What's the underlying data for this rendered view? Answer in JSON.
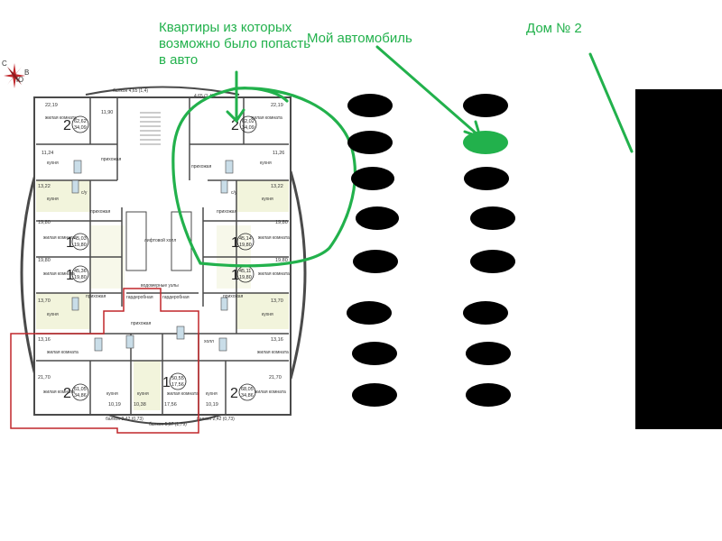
{
  "annotations": {
    "flats_label": "Квартиры из которых возможно было попасть в авто",
    "car_label": "Мой автомобиль",
    "house_label": "Дом № 2"
  },
  "compass": {
    "north": "С",
    "east": "В",
    "south": "Ю"
  },
  "floor_plan": {
    "balcony_top_left": "балкон 4,65 (1,4)",
    "balcony_top_right": "4,65 (1,4)",
    "elevator_hall": "лифтовой холл",
    "water_meters": "водомерные узлы",
    "hall": "холл",
    "balcony_bottom_left": "балкон 2,42 (0,73)",
    "balcony_bottom_center": "балкон 5,97 (1,79)",
    "balcony_bottom_right": "балкон 2,42 (0,73)",
    "apartments": [
      {
        "rooms": "2",
        "area": "62,62",
        "living": "34,09"
      },
      {
        "rooms": "2",
        "area": "62,02",
        "living": "34,09"
      },
      {
        "rooms": "1",
        "area": "45,03",
        "living": "19,80"
      },
      {
        "rooms": "1",
        "area": "45,14",
        "living": "19,80"
      },
      {
        "rooms": "1",
        "area": "45,36",
        "living": "19,80"
      },
      {
        "rooms": "1",
        "area": "45,11",
        "living": "19,80"
      },
      {
        "rooms": "2",
        "area": "61,05",
        "living": "34,86"
      },
      {
        "rooms": "1",
        "area": "50,55",
        "living": "17,56"
      },
      {
        "rooms": "2",
        "area": "68,05",
        "living": "34,86"
      }
    ],
    "room_labels": {
      "living": "жилая комната",
      "kitchen": "кухня",
      "bath": "с/у",
      "hallway": "прихожая",
      "dressing": "гардеробная"
    }
  },
  "colors": {
    "annotation": "#22b14c",
    "highlight_outline": "#c0262a",
    "car": "#22b14c",
    "parked_car": "#000000",
    "house": "#000000",
    "kitchen_fill": "#f2f4dc",
    "wall": "#4a4a4a"
  }
}
